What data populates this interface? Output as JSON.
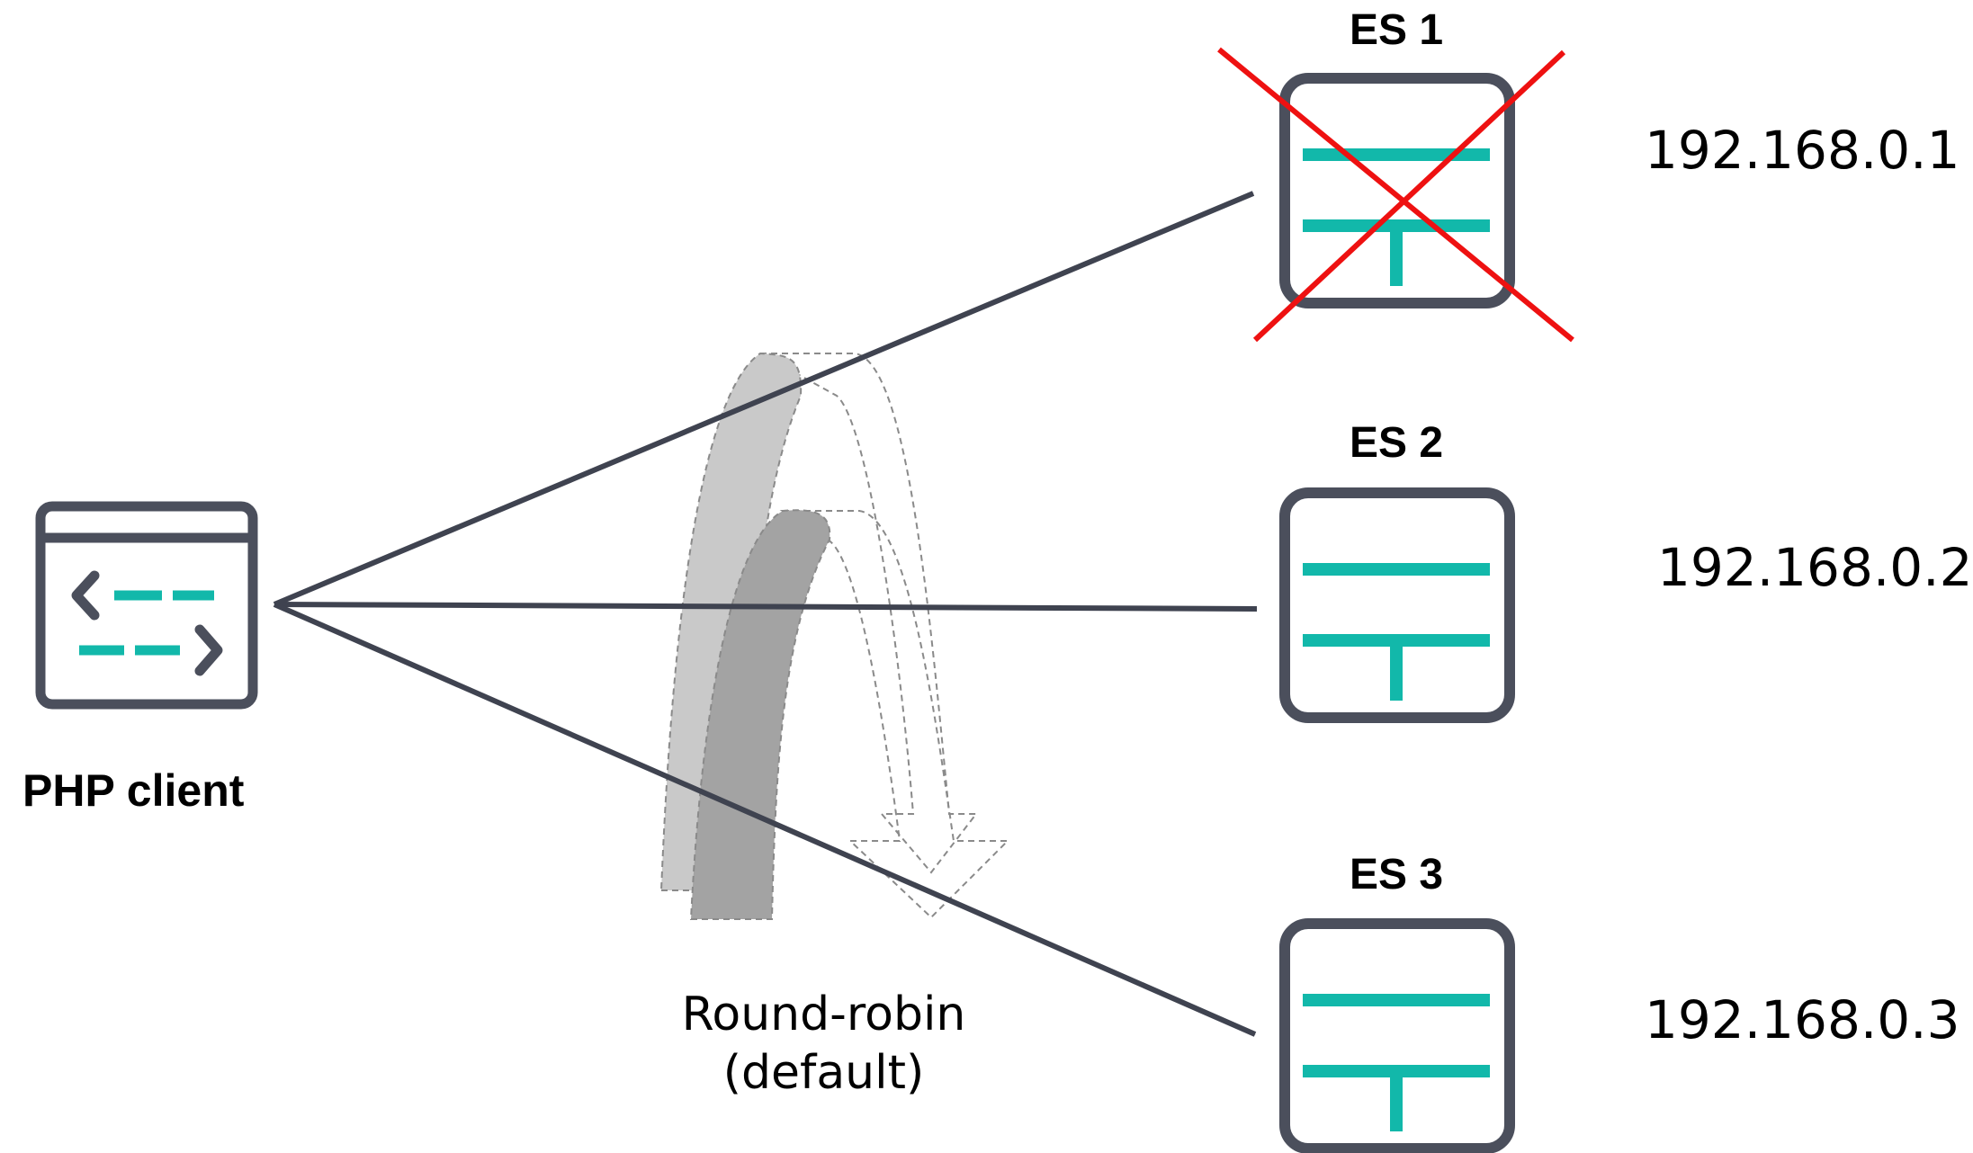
{
  "client": {
    "label": "PHP client",
    "icon": "code-window-icon"
  },
  "nodes": [
    {
      "label": "ES 1",
      "ip": "192.168.0.1",
      "status": "down",
      "icon": "server-node-icon"
    },
    {
      "label": "ES 2",
      "ip": "192.168.0.2",
      "status": "up",
      "icon": "server-node-icon"
    },
    {
      "label": "ES 3",
      "ip": "192.168.0.3",
      "status": "up",
      "icon": "server-node-icon"
    }
  ],
  "strategy": {
    "line1": "Round-robin",
    "line2": "(default)"
  },
  "colors": {
    "frame": "#4b4f5c",
    "accent": "#12b8aa",
    "failed": "#ee1111",
    "arrow": "#3f4350",
    "rotation_light": "#c9c9c9",
    "rotation_dark": "#a3a3a3"
  }
}
